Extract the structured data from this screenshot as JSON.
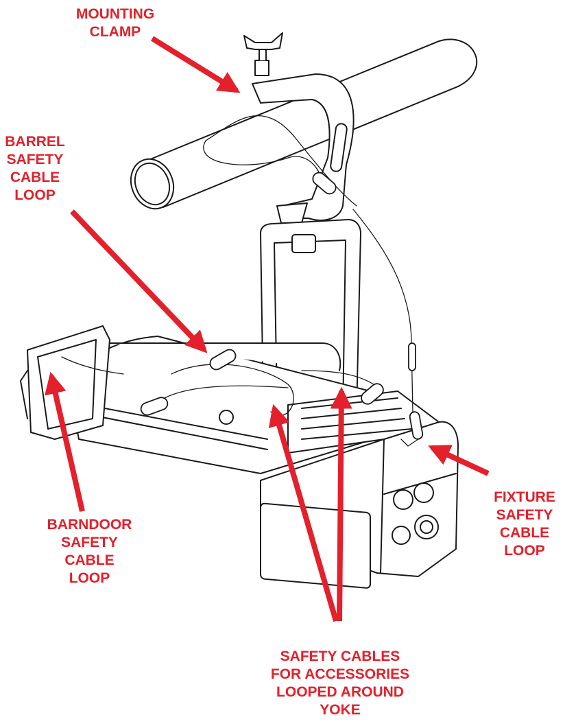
{
  "colors": {
    "callout": "#e3202b",
    "line_art": "#1a1a1a",
    "background": "#ffffff"
  },
  "callouts": {
    "mounting_clamp": [
      "MOUNTING",
      "CLAMP"
    ],
    "barrel_loop": [
      "BARREL",
      "SAFETY",
      "CABLE",
      "LOOP"
    ],
    "barndoor_loop": [
      "BARNDOOR",
      "SAFETY",
      "CABLE",
      "LOOP"
    ],
    "fixture_loop": [
      "FIXTURE",
      "SAFETY",
      "CABLE",
      "LOOP"
    ],
    "accessories": [
      "SAFETY CABLES",
      "FOR ACCESSORIES",
      "LOOPED AROUND",
      "YOKE"
    ]
  },
  "icons": {
    "fixture": "spotlight-fixture-icon"
  }
}
